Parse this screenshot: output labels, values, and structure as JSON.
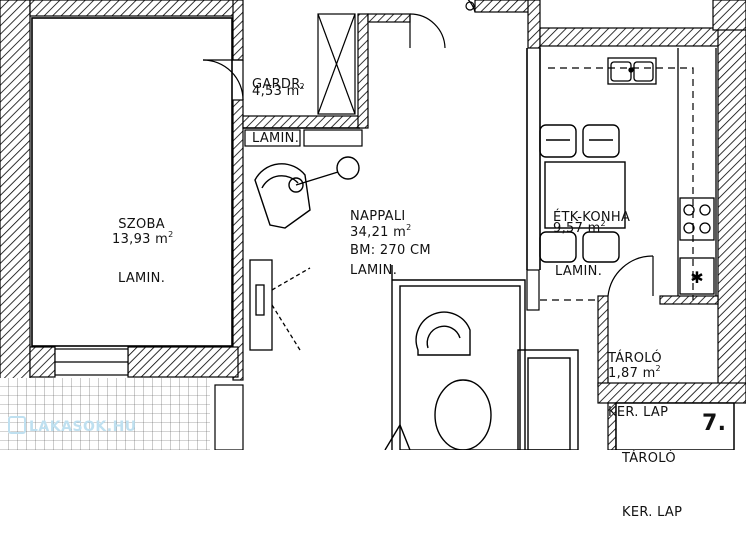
{
  "rooms": [
    {
      "name": "SZOBA",
      "floor": "LAMIN.",
      "area": "13,93 m",
      "unit_sup": "2"
    },
    {
      "name": "GARDR.",
      "floor": "LAMIN.",
      "area": "4,53 m",
      "unit_sup": "2"
    },
    {
      "name": "NAPPALI",
      "floor": "LAMIN.",
      "area": "34,21 m",
      "unit_sup": "2",
      "height": "BM: 270 CM"
    },
    {
      "name": "ÉTK-KONHA",
      "floor": "LAMIN.",
      "area": "9,57 m",
      "unit_sup": "2"
    },
    {
      "name": "TÁROLÓ",
      "floor": "KER. LAP",
      "area": "1,87 m",
      "unit_sup": "2"
    },
    {
      "name": "TÁROLÓ",
      "floor": "KER. LAP"
    }
  ],
  "unit_number": "7.",
  "watermark": "LAKASOK.HU",
  "colors": {
    "wall_hatch": "#000000",
    "line": "#111111",
    "watermark": "#bfe0f0"
  }
}
